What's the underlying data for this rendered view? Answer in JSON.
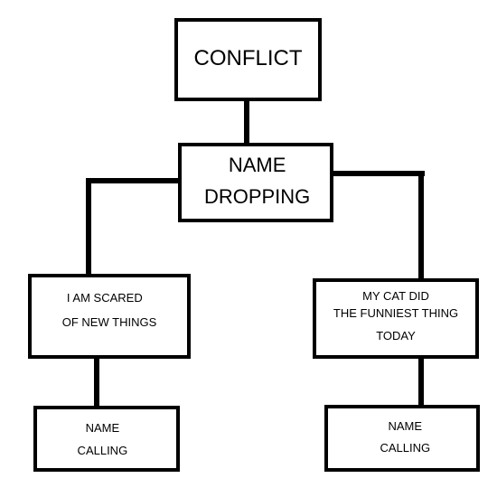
{
  "diagram": {
    "nodes": {
      "conflict": {
        "lines": [
          "CONFLICT"
        ]
      },
      "name_dropping": {
        "lines": [
          "NAME",
          "DROPPING"
        ]
      },
      "scared": {
        "lines": [
          "I AM SCARED",
          "OF NEW THINGS"
        ]
      },
      "cat": {
        "lines": [
          "MY CAT DID",
          "THE FUNNIEST THING",
          "TODAY"
        ]
      },
      "name_calling_left": {
        "lines": [
          "NAME",
          "CALLING"
        ]
      },
      "name_calling_right": {
        "lines": [
          "NAME",
          "CALLING"
        ]
      }
    },
    "edges": [
      {
        "from": "conflict",
        "to": "name_dropping"
      },
      {
        "from": "name_dropping",
        "to": "scared"
      },
      {
        "from": "name_dropping",
        "to": "cat"
      },
      {
        "from": "scared",
        "to": "name_calling_left"
      },
      {
        "from": "cat",
        "to": "name_calling_right"
      }
    ]
  }
}
